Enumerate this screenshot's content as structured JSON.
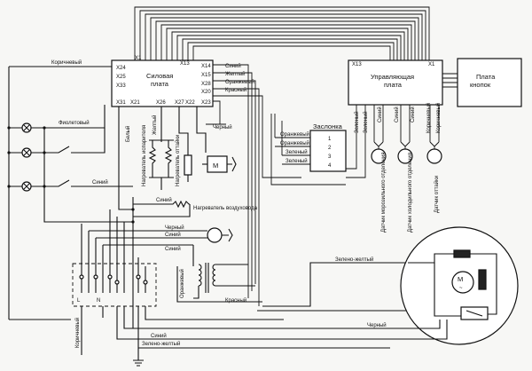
{
  "power_board": {
    "title_line1": "Силовая",
    "title_line2": "плата",
    "pin_x1": "X1",
    "pin_x13": "X13",
    "pins_left": [
      "X24",
      "X25",
      "X33"
    ],
    "pins_bottom": [
      "X31",
      "X21",
      "X26",
      "X27",
      "X22",
      "X23"
    ],
    "pins_right": [
      "X14",
      "X15",
      "X28",
      "X20"
    ]
  },
  "control_board": {
    "title_line1": "Управляющая",
    "title_line2": "плата",
    "pin_x13": "X13",
    "pin_x1": "X1"
  },
  "button_board": {
    "title_line1": "Плата",
    "title_line2": "кнопок"
  },
  "damper": {
    "title": "Заслонка",
    "pins": [
      "1",
      "2",
      "3",
      "4"
    ]
  },
  "wires": {
    "brown": "Коричневый",
    "violet": "Фиолетовый",
    "white": "Белый",
    "blue": "Синий",
    "yellow": "Желтый",
    "orange": "Оранжевый",
    "red": "Красный",
    "black": "Черный",
    "green": "Зеленый",
    "green_yellow": "Зелено-желтый"
  },
  "right_pins_labels": [
    "Синий",
    "Желтый",
    "Оранжевый",
    "Красный"
  ],
  "damper_wires": [
    "Оранжевый",
    "Оранжевый",
    "Зеленый",
    "Зеленый"
  ],
  "control_vertical": [
    "Зеленый",
    "Зеленый",
    "Синий",
    "Синий",
    "Синий",
    "Коричневый",
    "Коричневый"
  ],
  "heaters": {
    "evaporator": "Нагреватель испарителя",
    "defrost": "Нагреватель оттайки",
    "duct": "Нагреватель воздуховода"
  },
  "sensors": {
    "freezer": "Датчик морозильного отделения",
    "fridge": "Датчик холодильного отделения",
    "defrost": "Датчик оттайки"
  },
  "terminal_labels": [
    "L",
    "N"
  ],
  "motor_label": "М"
}
